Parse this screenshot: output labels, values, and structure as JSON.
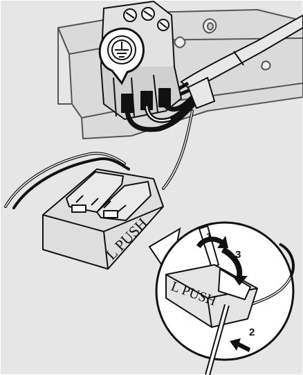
{
  "connector_label": "L PUSH",
  "steps": [
    "1",
    "2",
    "3"
  ],
  "colors": {
    "background": "#e6e6e6",
    "frame": "#ffffff",
    "line": "#111111",
    "panel_fill": "#d8d8d8",
    "connector_fill": "#dedede",
    "wire": "#111111"
  },
  "icons": {
    "ground": "protective-earth-icon",
    "rotate": "curved-arrow-icon",
    "push": "push-arrow-icon"
  }
}
